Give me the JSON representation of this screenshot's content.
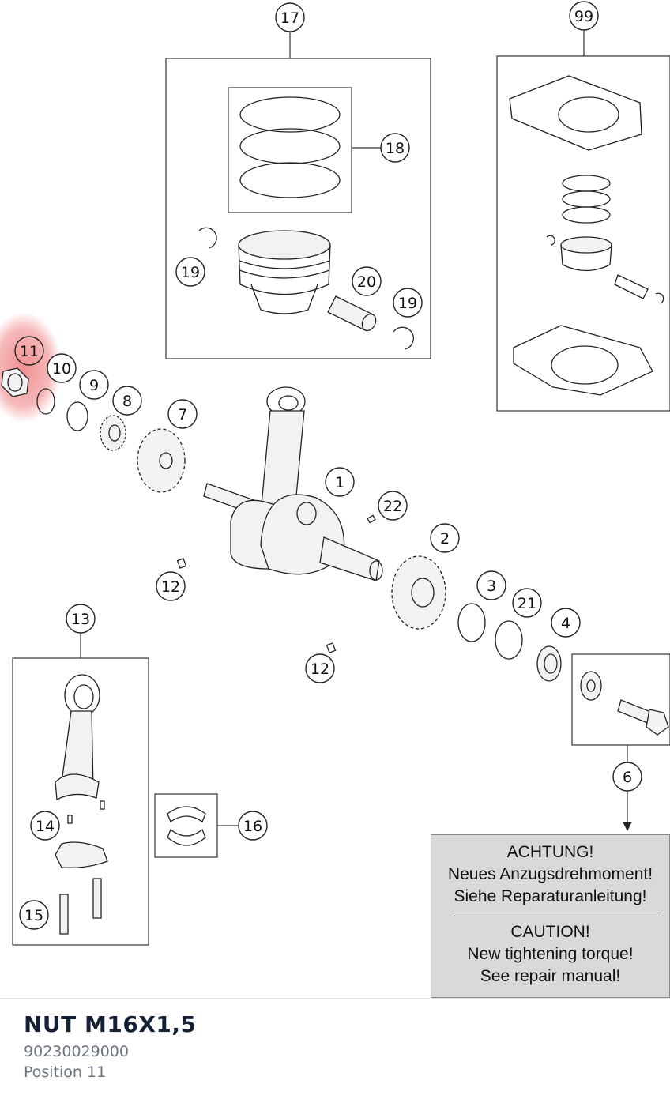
{
  "diagram": {
    "callouts": [
      {
        "id": "c17",
        "label": "17"
      },
      {
        "id": "c99",
        "label": "99"
      },
      {
        "id": "c18",
        "label": "18"
      },
      {
        "id": "c19a",
        "label": "19"
      },
      {
        "id": "c20",
        "label": "20"
      },
      {
        "id": "c19b",
        "label": "19"
      },
      {
        "id": "c11",
        "label": "11",
        "highlighted": true
      },
      {
        "id": "c10",
        "label": "10"
      },
      {
        "id": "c9",
        "label": "9"
      },
      {
        "id": "c8",
        "label": "8"
      },
      {
        "id": "c7",
        "label": "7"
      },
      {
        "id": "c1",
        "label": "1"
      },
      {
        "id": "c22",
        "label": "22"
      },
      {
        "id": "c2",
        "label": "2"
      },
      {
        "id": "c12a",
        "label": "12"
      },
      {
        "id": "c3",
        "label": "3"
      },
      {
        "id": "c21",
        "label": "21"
      },
      {
        "id": "c4",
        "label": "4"
      },
      {
        "id": "c13",
        "label": "13"
      },
      {
        "id": "c12b",
        "label": "12"
      },
      {
        "id": "c6",
        "label": "6"
      },
      {
        "id": "c14",
        "label": "14"
      },
      {
        "id": "c16",
        "label": "16"
      },
      {
        "id": "c15",
        "label": "15"
      }
    ],
    "highlight_color": "#f08a8a",
    "caution": {
      "de_title": "ACHTUNG!",
      "de_line1": "Neues Anzugsdrehmoment!",
      "de_line2": "Siehe Reparaturanleitung!",
      "en_title": "CAUTION!",
      "en_line1": "New tightening torque!",
      "en_line2": "See repair manual!"
    }
  },
  "part": {
    "name": "NUT M16X1,5",
    "number": "90230029000",
    "position": "Position 11"
  }
}
